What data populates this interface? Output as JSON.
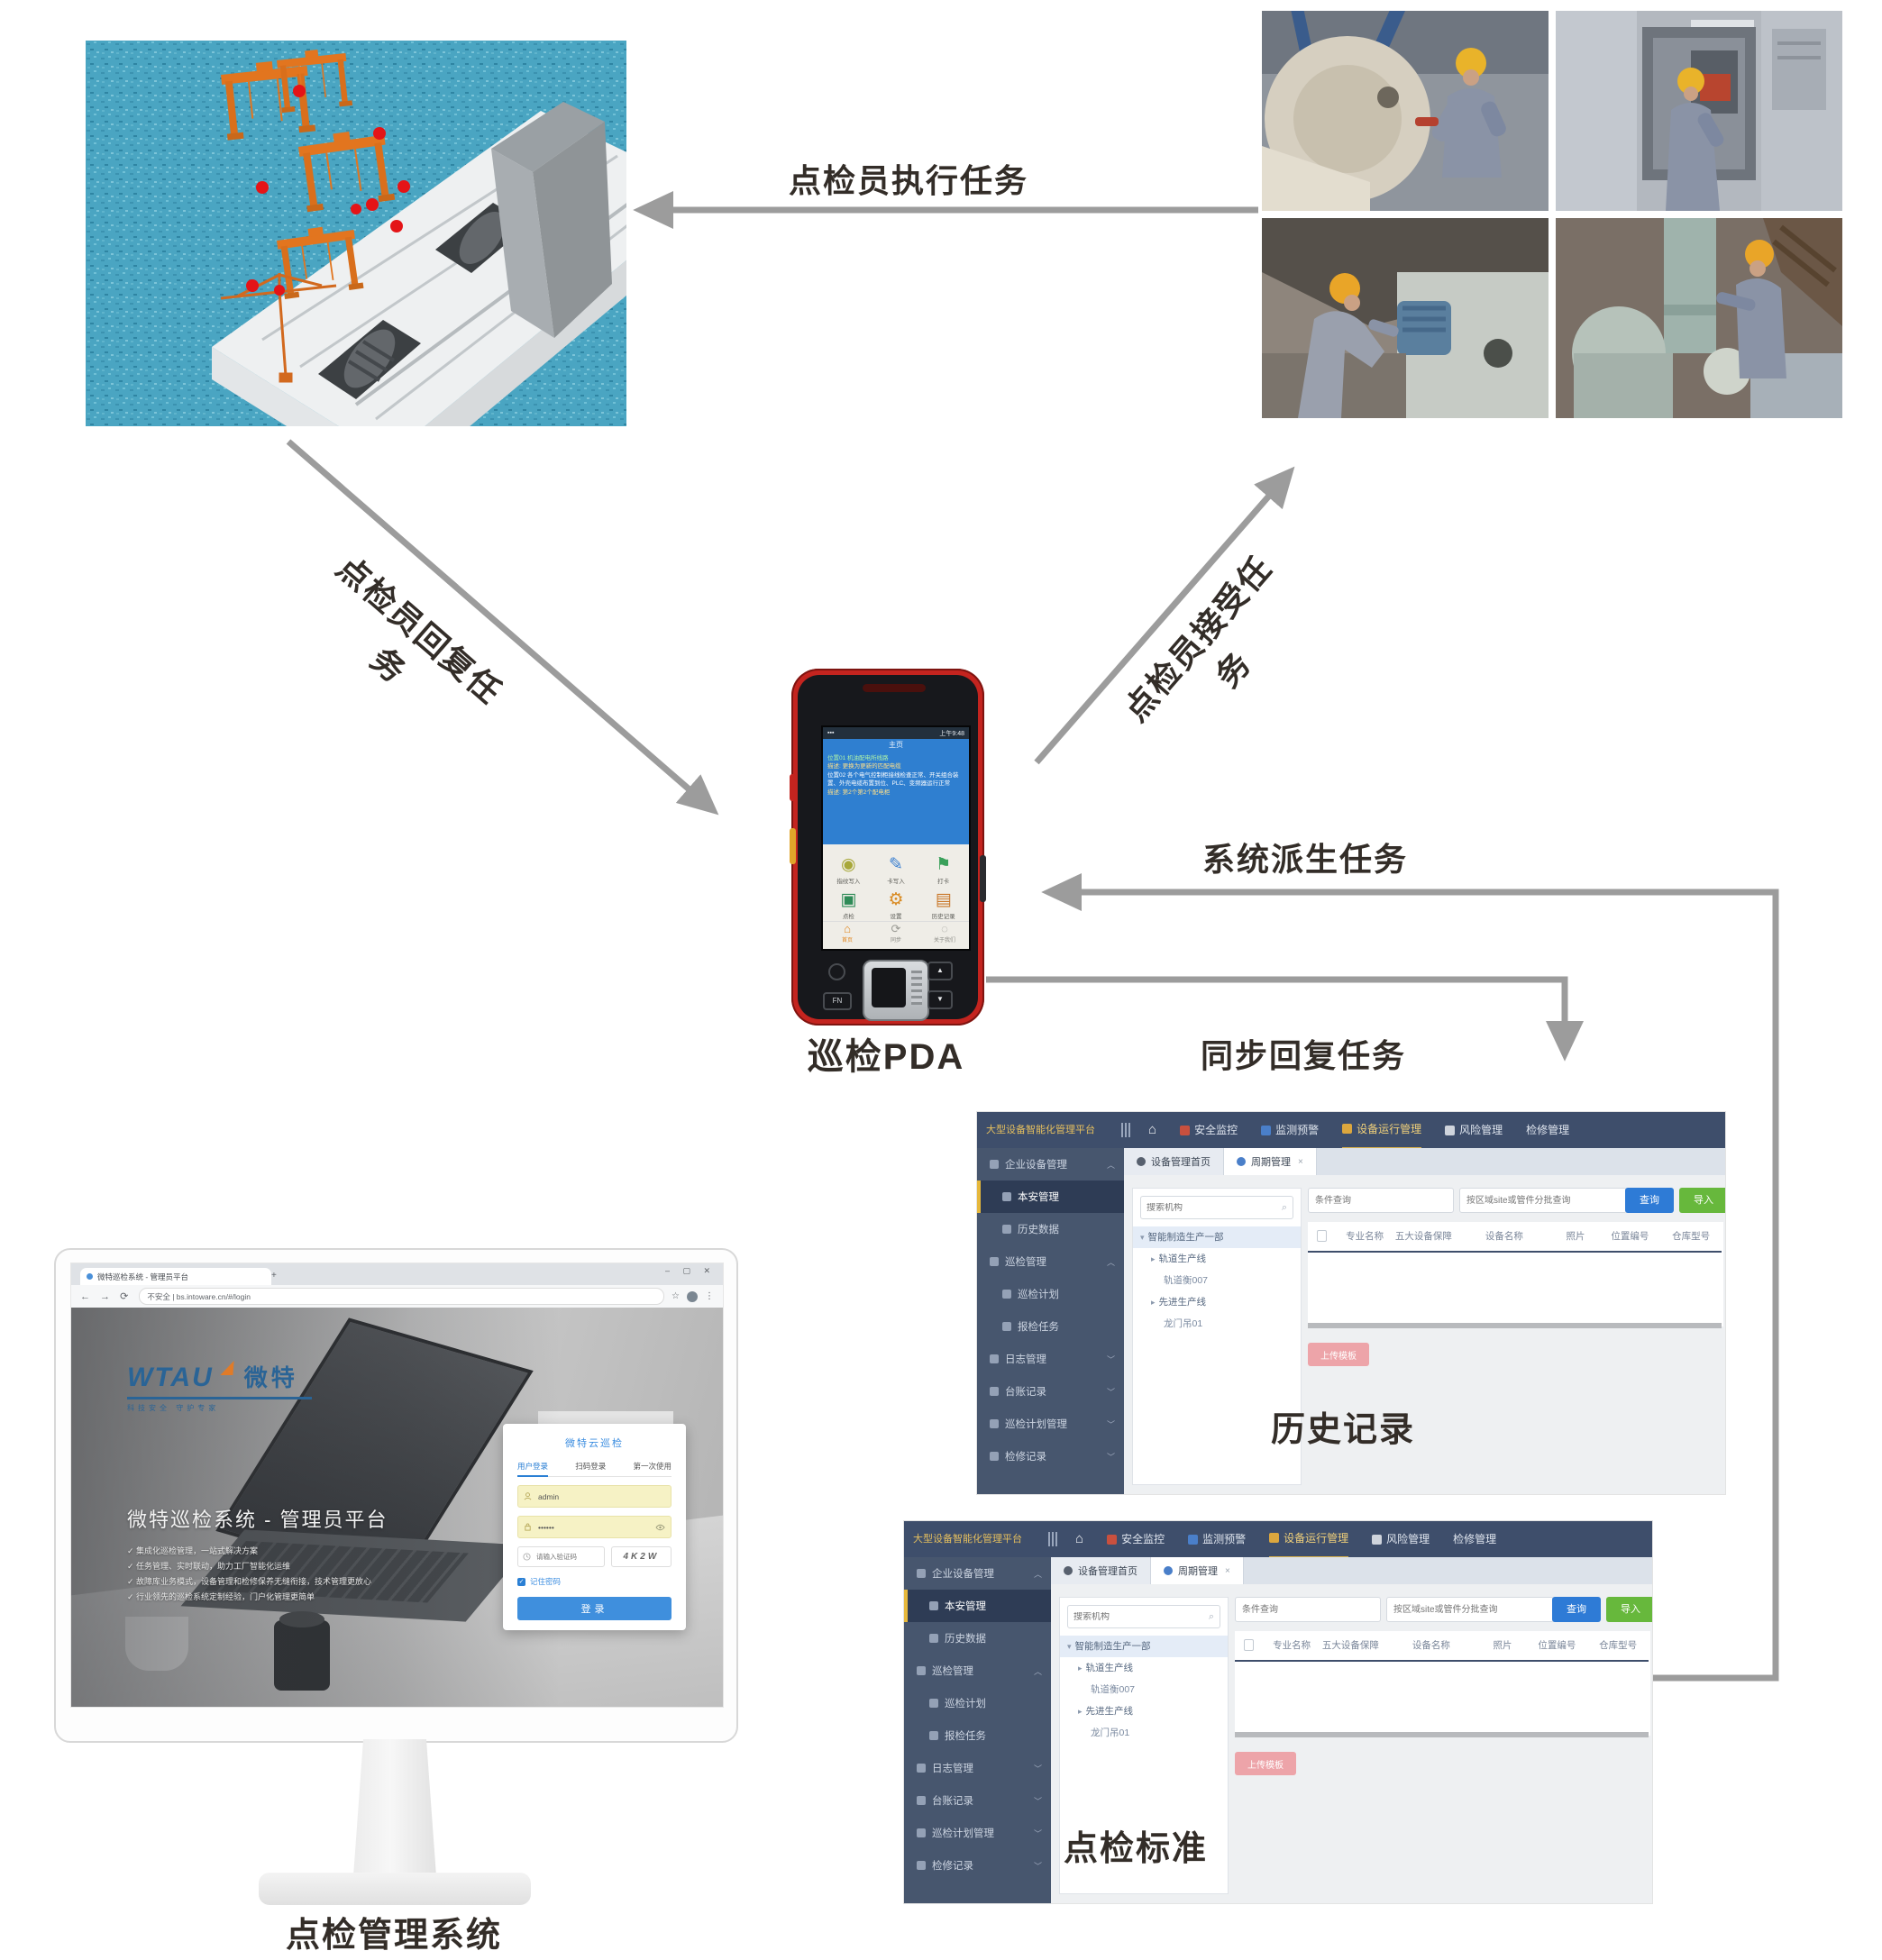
{
  "diagram": {
    "flow_labels": {
      "execute": "点检员执行任务",
      "reply": "点检员回复任务",
      "accept": "点检员接受任务",
      "derive": "系统派生任务",
      "sync": "同步回复任务"
    },
    "captions": {
      "pda": "巡检PDA",
      "history": "历史记录",
      "standard": "点检标准",
      "system": "点检管理系统"
    }
  },
  "pda": {
    "status_time": "上午9:48",
    "screen_title": "主页",
    "messages": [
      "位置01 机油配电所线路",
      "描述: 更换为更新的匹配电缆",
      "位置02 各个电气控制柜接线检查正常、开关组合装置、外壳电缆布置到位、PLC、变频器运行正常",
      "描述: 第2个第2个配电柜"
    ],
    "apps": [
      {
        "glyph": "◉",
        "label": "指纹写入"
      },
      {
        "glyph": "✎",
        "label": "卡写入"
      },
      {
        "glyph": "⚑",
        "label": "打卡"
      },
      {
        "glyph": "▣",
        "label": "点检"
      },
      {
        "glyph": "⚙",
        "label": "设置"
      },
      {
        "glyph": "▤",
        "label": "历史记录"
      }
    ],
    "nav": [
      {
        "glyph": "⌂",
        "label": "首页"
      },
      {
        "glyph": "⟳",
        "label": "同步"
      },
      {
        "glyph": "◌",
        "label": "关于我们"
      }
    ],
    "fn": "FN"
  },
  "monitor": {
    "browser": {
      "tab_title": "微特巡检系统 - 管理员平台",
      "new_tab": "+",
      "window_controls": "– ▢ ✕",
      "nav_arrows": "← → ⟳",
      "url": "不安全 | bs.intoware.cn/#/login",
      "star": "☆",
      "menu": "⋮"
    },
    "login": {
      "logo_en": "WTAU",
      "logo_cn": "微特",
      "slogan": "科技安全 守护专家",
      "heading": "微特巡检系统 - 管理员平台",
      "bullets": [
        "✓ 集成化巡检管理，一站式解决方案",
        "✓ 任务管理、实时联动，助力工厂智能化运维",
        "✓ 故障库业务模式，设备管理和检修保养无缝衔接，技术管理更放心",
        "✓ 行业领先的巡检系统定制经验，门户化管理更简单"
      ],
      "card": {
        "title": "微特云巡检",
        "tabs": [
          "用户登录",
          "扫码登录",
          "第一次使用"
        ],
        "username": "admin",
        "password": "••••••",
        "captcha_placeholder": "请输入验证码",
        "captcha_code": "4K2W",
        "remember": "记住密码",
        "submit": "登录"
      }
    }
  },
  "webapp": {
    "logo": "大型设备智能化管理平台",
    "nav": [
      {
        "label": "安全监控"
      },
      {
        "label": "监测预警"
      },
      {
        "label": "设备运行管理"
      },
      {
        "label": "风险管理"
      },
      {
        "label": "检修管理"
      }
    ],
    "tabs": [
      {
        "label": "设备管理首页"
      },
      {
        "label": "周期管理",
        "close": "×"
      }
    ],
    "sidebar": [
      {
        "label": "企业设备管理",
        "arrow": "︿"
      },
      {
        "label": "本安管理",
        "arrow": ""
      },
      {
        "label": "历史数据",
        "arrow": ""
      },
      {
        "label": "巡检管理",
        "arrow": "︿"
      },
      {
        "label": "巡检计划",
        "arrow": ""
      },
      {
        "label": "报检任务",
        "arrow": ""
      },
      {
        "label": "日志管理",
        "arrow": "﹀"
      },
      {
        "label": "台账记录",
        "arrow": "﹀"
      },
      {
        "label": "巡检计划管理",
        "arrow": "﹀"
      },
      {
        "label": "检修记录",
        "arrow": "﹀"
      }
    ],
    "tree": {
      "search_placeholder": "搜索机构",
      "items": [
        {
          "caret": "▾",
          "label": "智能制造生产一部"
        },
        {
          "caret": "▸",
          "label": "轨道生产线"
        },
        {
          "caret": "",
          "label": "轨道衡007"
        },
        {
          "caret": "▸",
          "label": "先进生产线"
        },
        {
          "caret": "",
          "label": "龙门吊01"
        }
      ]
    },
    "toolbar": {
      "filter1_placeholder": "条件查询",
      "filter2_placeholder": "按区域site或管件分批查询",
      "query": "查询",
      "import": "导入"
    },
    "table_headers": [
      "专业名称",
      "五大设备保障",
      "设备名称",
      "照片",
      "位置编号",
      "仓库型号"
    ],
    "action_button": "上传模板"
  },
  "colors": {
    "arrow_gray": "#9c9c9c",
    "crane_orange": "#e2751f",
    "marker_red": "#e41417",
    "water_blue": "#4aa5c2",
    "header_navy": "#3e4e6b",
    "accent_yellow": "#d9b14a",
    "btn_blue": "#2e7bd6",
    "btn_green": "#67b83c",
    "btn_pink": "#eda4a9",
    "pda_red": "#c4241f",
    "login_blue": "#3f8fdd"
  }
}
